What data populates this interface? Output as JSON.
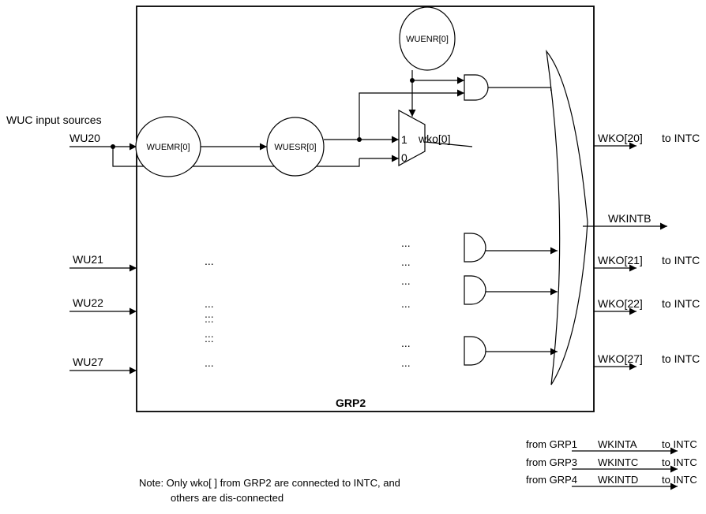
{
  "block_label": "GRP2",
  "input_sources_label": "WUC input sources",
  "inputs": {
    "wu20": "WU20",
    "wu21": "WU21",
    "wu22": "WU22",
    "wu27": "WU27"
  },
  "registers": {
    "enable": "WUENR[0]",
    "edge_mode": "WUEMR[0]",
    "edge_sense": "WUESR[0]"
  },
  "mux": {
    "in1": "1",
    "in0": "0",
    "out": "wko[0]"
  },
  "outputs": {
    "wko20": "WKO[20]",
    "wkintb": "WKINTB",
    "wko21": "WKO[21]",
    "wko22": "WKO[22]",
    "wko27": "WKO[27]",
    "to_intc": "to INTC"
  },
  "ellipsis": "...",
  "vdots": ":::",
  "other_groups": [
    {
      "from": "from GRP1",
      "signal": "WKINTA",
      "to": "to INTC"
    },
    {
      "from": "from GRP3",
      "signal": "WKINTC",
      "to": "to INTC"
    },
    {
      "from": "from GRP4",
      "signal": "WKINTD",
      "to": "to INTC"
    }
  ],
  "note": {
    "line1": "Note: Only wko[ ] from GRP2 are connected to INTC, and",
    "line2": "others are dis-connected"
  }
}
